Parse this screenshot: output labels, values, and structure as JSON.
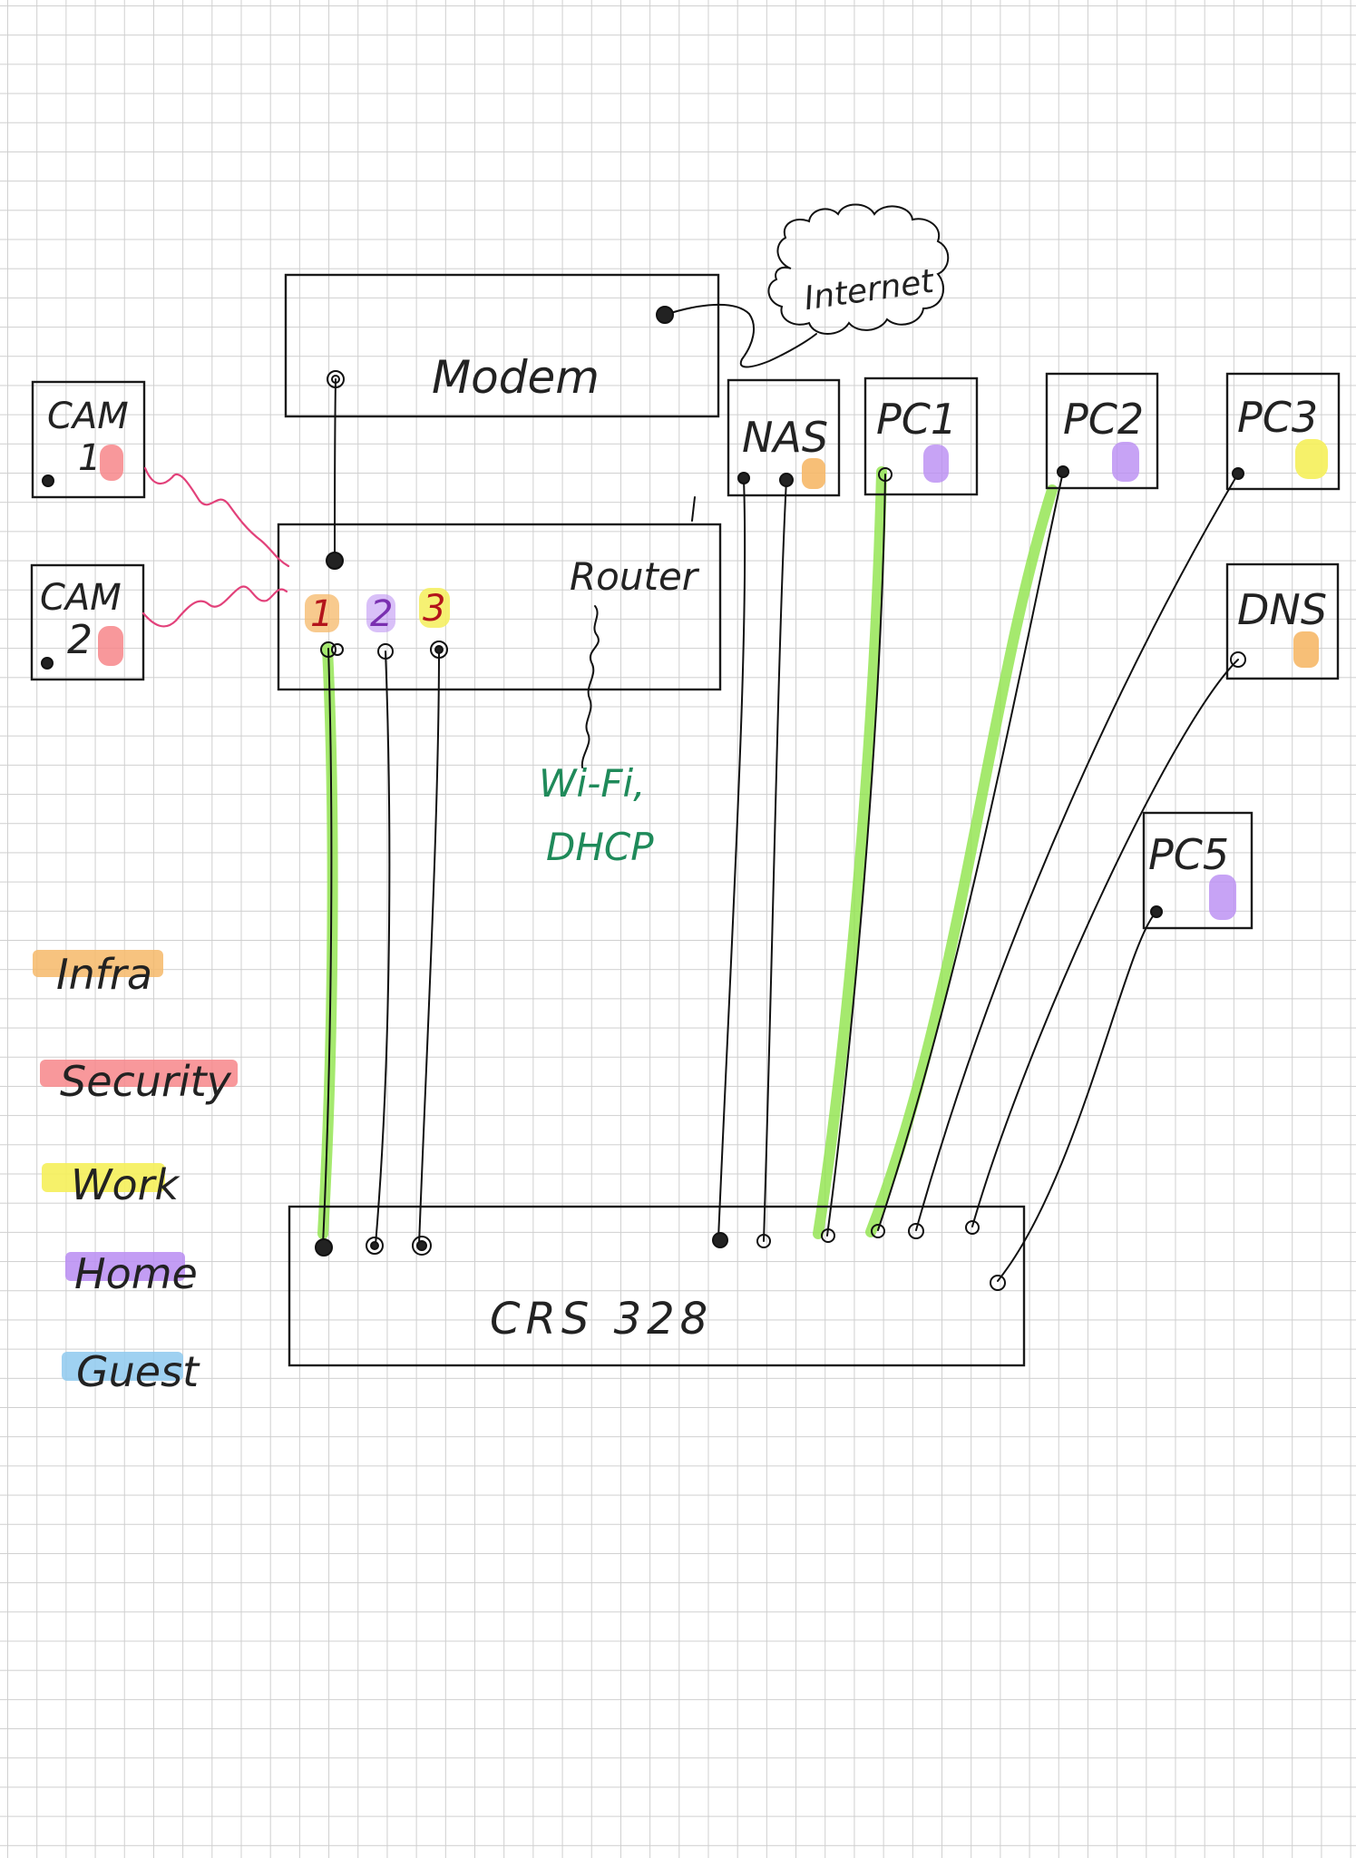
{
  "devices": {
    "modem": "Modem",
    "internet": "Internet",
    "router": "Router",
    "router_ports": [
      "1",
      "2",
      "3"
    ],
    "router_services": [
      "Wi-Fi,",
      "DHCP"
    ],
    "switch": "CRS 328",
    "cam1_line1": "CAM",
    "cam1_line2": "1",
    "cam2_line1": "CAM",
    "cam2_line2": "2",
    "nas": "NAS",
    "pc1": "PC1",
    "pc2": "PC2",
    "pc3": "PC3",
    "dns": "DNS",
    "pc5": "PC5"
  },
  "legend": [
    {
      "label": "Infra",
      "color": "#f6b868"
    },
    {
      "label": "Security",
      "color": "#f7868a"
    },
    {
      "label": "Work",
      "color": "#f5ef5a"
    },
    {
      "label": "Home",
      "color": "#b98cf2"
    },
    {
      "label": "Guest",
      "color": "#8ec9ef"
    }
  ],
  "colors": {
    "infra": "#f6b868",
    "security": "#f7868a",
    "work": "#f5ef5a",
    "home": "#b98cf2",
    "guest": "#8ec9ef",
    "uplink_highlight": "#8fe34a",
    "wireless_link": "#e2417a",
    "annotation": "#1f8a5a"
  }
}
